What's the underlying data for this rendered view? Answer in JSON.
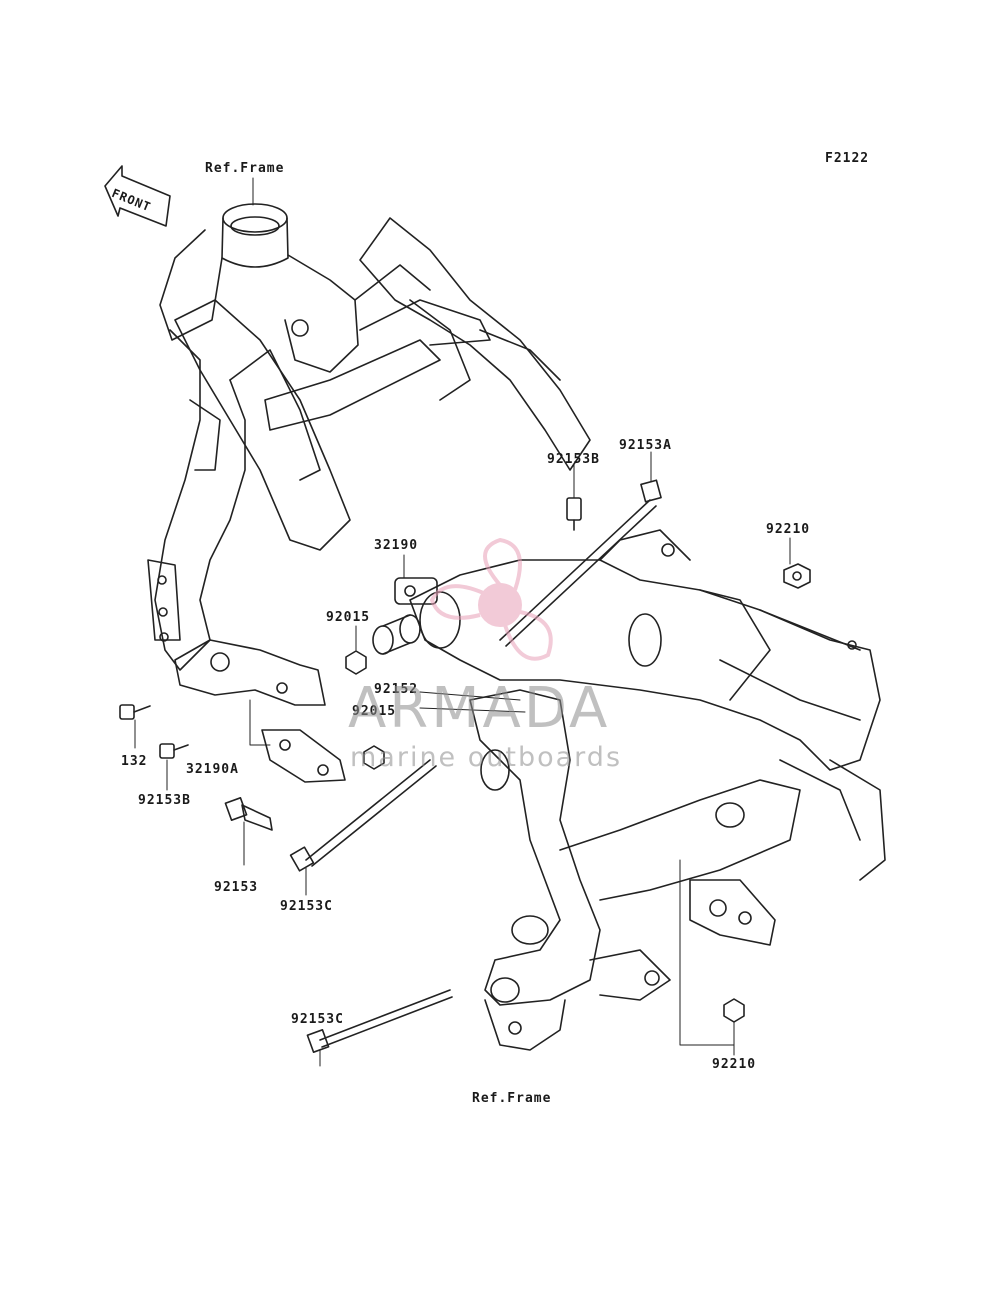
{
  "diagram": {
    "code": "F2122",
    "front_label": "FRONT",
    "ref_frame_top": "Ref.Frame",
    "ref_frame_bottom": "Ref.Frame"
  },
  "parts": {
    "p92153A": "92153A",
    "p92153B_top": "92153B",
    "p92210_top": "92210",
    "p32190": "32190",
    "p92015_a": "92015",
    "p92152": "92152",
    "p92015_b": "92015",
    "p132": "132",
    "p32190A": "32190A",
    "p92153B_bottom": "92153B",
    "p92153": "92153",
    "p92153C_mid": "92153C",
    "p92153C_bottom": "92153C",
    "p92210_bottom": "92210"
  },
  "watermark": {
    "brand": "ARMADA",
    "tagline": "marine outboards",
    "brand_color": "#e8a0b8"
  }
}
